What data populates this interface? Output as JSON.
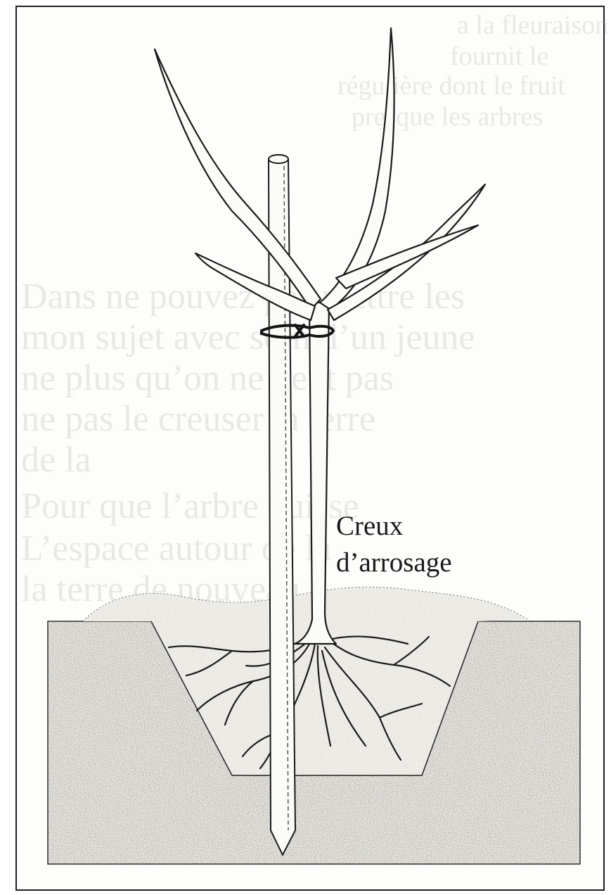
{
  "diagram": {
    "label_line1": "Creux",
    "label_line2": "d’arrosage"
  },
  "bleed_through_text": [
    "a la fleuraison",
    "fournit le",
    "régulière dont le fruit",
    "presque les arbres",
    "Dans ne pouvez pas mettre les",
    "mon sujet avec soin d’un jeune",
    "ne plus qu’on ne peut pas",
    "ne pas le creuser la terre",
    "de la",
    "Pour que l’arbre puisse",
    "L’espace autour de la",
    "la terre de nouveau"
  ],
  "colors": {
    "ink": "#1a1a1a",
    "soil_fill": "#f1efe7",
    "paper": "#fdfdfb"
  }
}
